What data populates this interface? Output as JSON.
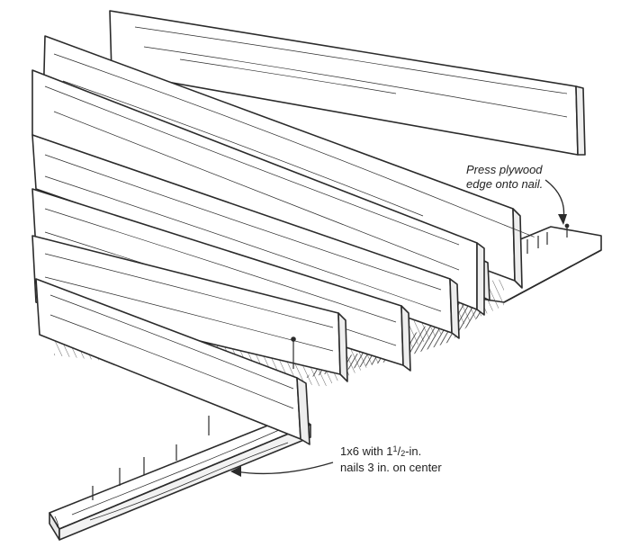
{
  "callouts": {
    "top": {
      "line1": "Press plywood",
      "line2": "edge onto nail."
    },
    "bottom": {
      "line1_prefix": "1x6 with 1",
      "fraction_num": "1",
      "fraction_den": "2",
      "line1_suffix": "-in.",
      "line2": "nails 3 in. on center"
    }
  },
  "colors": {
    "ink": "#2b2b2b",
    "wood": "#ffffff",
    "shadow": "#555555"
  }
}
